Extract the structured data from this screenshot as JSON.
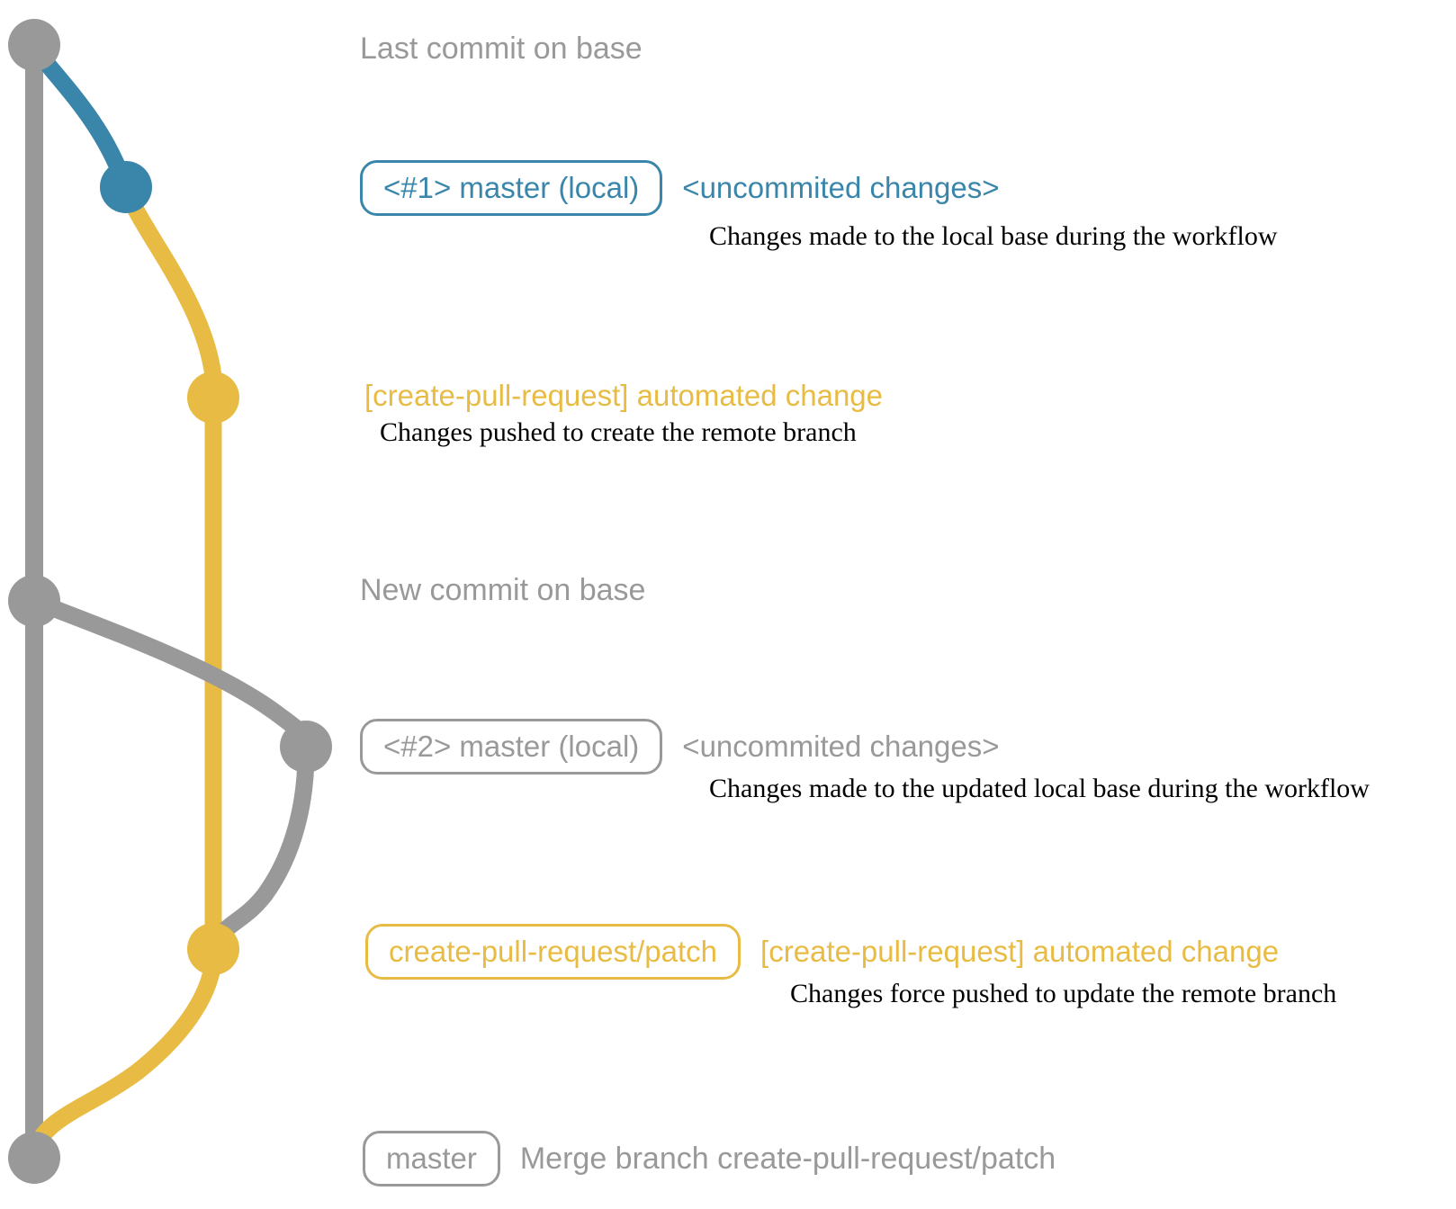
{
  "colors": {
    "gray": "#999999",
    "blue": "#3a86ab",
    "yellow": "#e8bc44",
    "black": "#000000"
  },
  "rows": {
    "last_commit": {
      "label": "Last commit on base"
    },
    "commit1": {
      "badge": "<#1> master (local)",
      "status": "<uncommited changes>",
      "description": "Changes made to the local base during the workflow"
    },
    "push1": {
      "label": "[create-pull-request] automated change",
      "description": "Changes pushed to create the remote branch"
    },
    "new_commit": {
      "label": "New commit on base"
    },
    "commit2": {
      "badge": "<#2> master (local)",
      "status": "<uncommited changes>",
      "description": "Changes made to the updated local base during the workflow"
    },
    "push2": {
      "badge": "create-pull-request/patch",
      "label": "[create-pull-request] automated change",
      "description": "Changes force pushed to update the remote branch"
    },
    "merge": {
      "badge": "master",
      "label": "Merge branch create-pull-request/patch"
    }
  }
}
